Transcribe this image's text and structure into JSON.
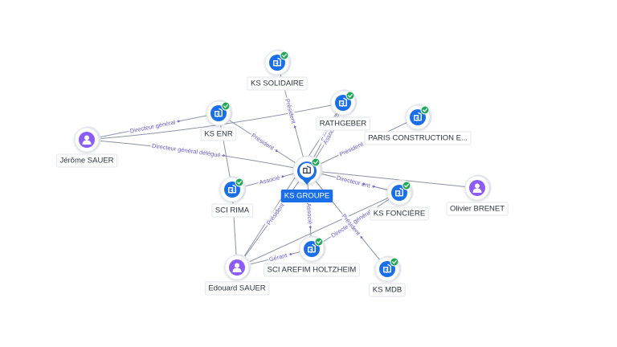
{
  "colors": {
    "company_icon": "#1a6ee6",
    "person_icon": "#8b5cf6",
    "check_badge": "#1fa856",
    "edge": "#8a93a8",
    "edge_label": "#6e64c8",
    "center": "#1a6ee6"
  },
  "nodes": [
    {
      "id": "ks_groupe",
      "label": "KS GROUPE",
      "type": "company",
      "central": true,
      "verified": true
    },
    {
      "id": "ks_solidaire",
      "label": "KS SOLIDAIRE",
      "type": "company",
      "verified": true
    },
    {
      "id": "ks_enr",
      "label": "KS ENR",
      "type": "company",
      "verified": true
    },
    {
      "id": "rathgeber",
      "label": "RATHGEBER",
      "type": "company",
      "verified": true
    },
    {
      "id": "paris_construction",
      "label": "PARIS CONSTRUCTION E...",
      "type": "company",
      "verified": true
    },
    {
      "id": "jerome_sauer",
      "label": "Jérôme SAUER",
      "type": "person",
      "verified": false
    },
    {
      "id": "sci_rima",
      "label": "SCI RIMA",
      "type": "company",
      "verified": true
    },
    {
      "id": "ks_fonciere",
      "label": "KS FONCIÈRE",
      "type": "company",
      "verified": true
    },
    {
      "id": "olivier_brenet",
      "label": "Olivier BRENET",
      "type": "person",
      "verified": false
    },
    {
      "id": "edouard_sauer",
      "label": "Edouard SAUER",
      "type": "person",
      "verified": false
    },
    {
      "id": "sci_arefim",
      "label": "SCI AREFIM HOLTZHEIM",
      "type": "company",
      "verified": true
    },
    {
      "id": "ks_mdb",
      "label": "KS MDB",
      "type": "company",
      "verified": true
    }
  ],
  "edges": [
    {
      "from": "ks_solidaire",
      "to": "ks_groupe",
      "label": "Président"
    },
    {
      "from": "ks_enr",
      "to": "ks_groupe",
      "label": "Président"
    },
    {
      "from": "jerome_sauer",
      "to": "ks_enr",
      "label": "Directeur général"
    },
    {
      "from": "jerome_sauer",
      "to": "ks_groupe",
      "label": "Directeur général délégué"
    },
    {
      "from": "jerome_sauer",
      "to": "rathgeber",
      "label": ""
    },
    {
      "from": "ks_groupe",
      "to": "rathgeber",
      "label": "Gérant"
    },
    {
      "from": "ks_groupe",
      "to": "rathgeber",
      "label": "Associé"
    },
    {
      "from": "paris_construction",
      "to": "ks_groupe",
      "label": "Président"
    },
    {
      "from": "sci_rima",
      "to": "ks_groupe",
      "label": "Associé"
    },
    {
      "from": "ks_enr",
      "to": "sci_rima",
      "label": ""
    },
    {
      "from": "ks_groupe",
      "to": "ks_fonciere",
      "label": "Président"
    },
    {
      "from": "ks_fonciere",
      "to": "ks_groupe",
      "label": "Directeur"
    },
    {
      "from": "olivier_brenet",
      "to": "ks_groupe",
      "label": ""
    },
    {
      "from": "edouard_sauer",
      "to": "ks_groupe",
      "label": "Président"
    },
    {
      "from": "edouard_sauer",
      "to": "sci_rima",
      "label": ""
    },
    {
      "from": "edouard_sauer",
      "to": "sci_arefim",
      "label": "Gérant"
    },
    {
      "from": "edouard_sauer",
      "to": "ks_fonciere",
      "label": ""
    },
    {
      "from": "edouard_sauer",
      "to": "rathgeber",
      "label": ""
    },
    {
      "from": "ks_groupe",
      "to": "sci_arefim",
      "label": "Associé"
    },
    {
      "from": "ks_fonciere",
      "to": "sci_arefim",
      "label": "Directeur général"
    },
    {
      "from": "ks_groupe",
      "to": "ks_mdb",
      "label": "Président"
    }
  ]
}
